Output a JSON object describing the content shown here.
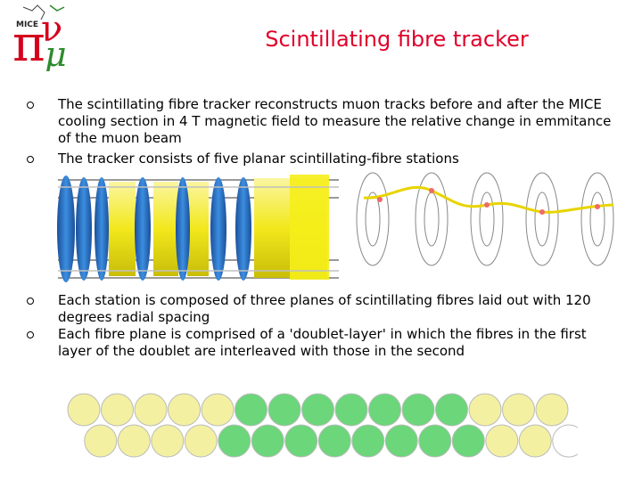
{
  "header": {
    "logo_text": "MICE",
    "title": "Scintillating fibre tracker"
  },
  "bullets_top": [
    "The scintillating fibre tracker reconstructs muon tracks before and after the MICE cooling section in 4 T magnetic field to measure the relative change in emmitance of the muon beam",
    "The tracker consists of five planar scintillating-fibre stations"
  ],
  "bullets_bottom": [
    "Each station is composed of three planes of scintillating fibres laid out with 120 degrees radial spacing",
    "Each fibre plane is comprised of a 'doublet-layer' in which the fibres in the first layer of the doublet are interleaved with those in the second"
  ],
  "fibre_diagram": {
    "top_row_colors": [
      "#f3f0a2",
      "#f3f0a2",
      "#f3f0a2",
      "#f3f0a2",
      "#f3f0a2",
      "#6bd67a",
      "#6bd67a",
      "#6bd67a",
      "#6bd67a",
      "#6bd67a",
      "#6bd67a",
      "#6bd67a",
      "#f3f0a2",
      "#f3f0a2",
      "#f3f0a2"
    ],
    "bottom_row_colors": [
      "#f3f0a2",
      "#f3f0a2",
      "#f3f0a2",
      "#f3f0a2",
      "#6bd67a",
      "#6bd67a",
      "#6bd67a",
      "#6bd67a",
      "#6bd67a",
      "#6bd67a",
      "#6bd67a",
      "#6bd67a",
      "#f3f0a2",
      "#f3f0a2",
      "#ffffff"
    ]
  },
  "colors": {
    "title": "#e0002a",
    "tracker_blue": "#2c74c8",
    "tracker_yellow": "#f5ee1a"
  }
}
